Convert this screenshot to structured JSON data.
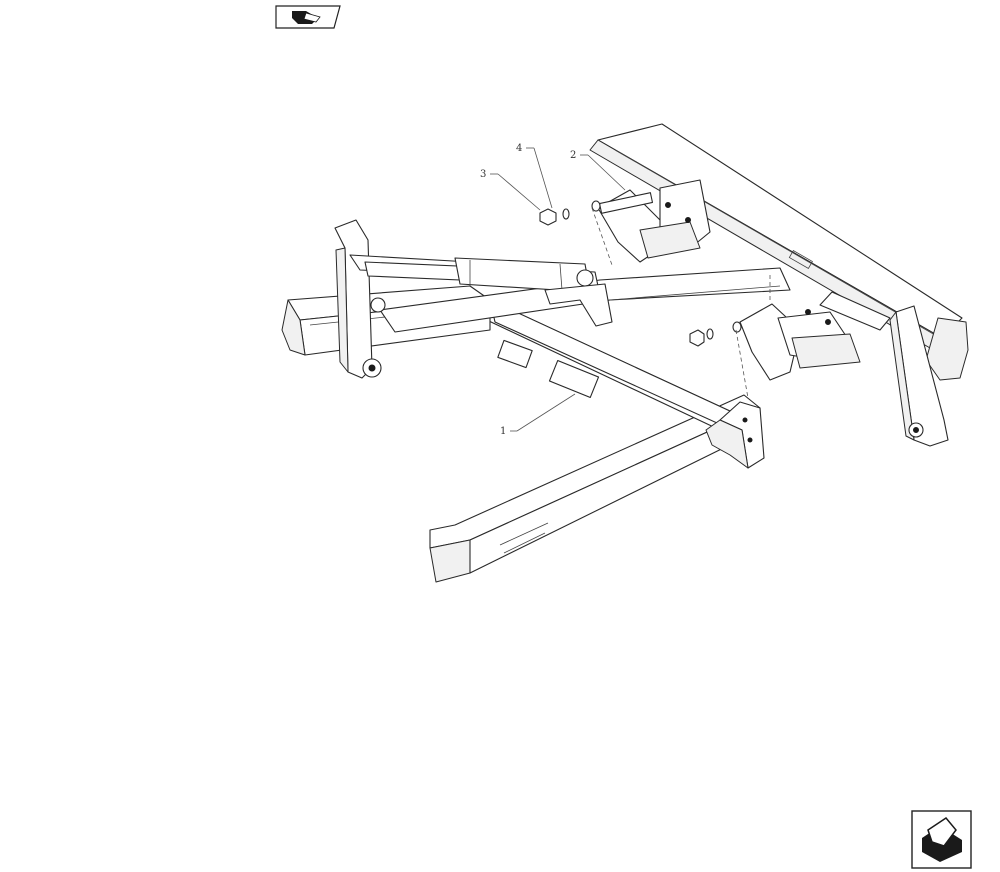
{
  "diagram": {
    "callouts": [
      {
        "id": "1",
        "label": "1"
      },
      {
        "id": "2",
        "label": "2"
      },
      {
        "id": "3",
        "label": "3"
      },
      {
        "id": "4",
        "label": "4"
      }
    ]
  },
  "icons": {
    "top_nav": "previous-page-icon",
    "bottom_nav": "next-page-icon"
  },
  "colors": {
    "line": "#2a2a2a",
    "background": "#ffffff"
  }
}
